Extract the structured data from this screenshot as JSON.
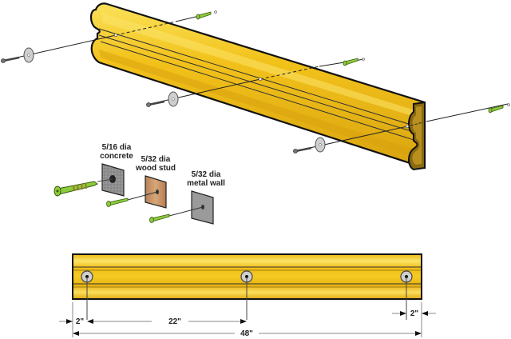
{
  "diagram": {
    "type": "installation-diagram",
    "subject": "wall guard rail mounting",
    "colors": {
      "rail_fill": "#F2C21B",
      "rail_light": "#FBE15A",
      "rail_dark": "#C98F0A",
      "rail_end": "#8A6A12",
      "outline": "#111111",
      "anchor_green": "#8CCB3A",
      "washer_gray": "#CFCFCF",
      "concrete": "#8E8E8E",
      "wood": "#C9956A",
      "metal": "#9A9A9A",
      "dim_line": "#9A9A9A"
    },
    "fastener_legend": [
      {
        "size": "5/16 dia",
        "material": "concrete"
      },
      {
        "size": "5/32 dia",
        "material": "wood stud"
      },
      {
        "size": "5/32 dia",
        "material": "metal wall"
      }
    ],
    "dimensions": {
      "left_offset": "2\"",
      "spacing": "22\"",
      "right_offset": "2\"",
      "total_length": "48\""
    },
    "front_view": {
      "mount_holes": 3
    }
  }
}
